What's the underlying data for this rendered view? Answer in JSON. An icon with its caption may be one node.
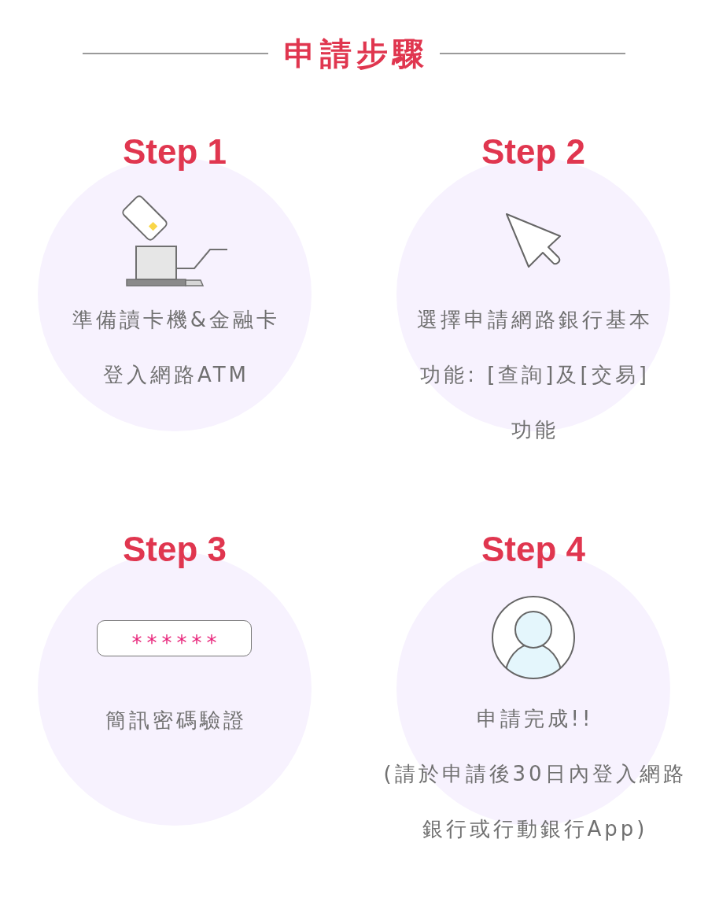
{
  "diagram": {
    "title": "申請步驟",
    "nodes": [
      {
        "text": [
          "Step 1",
          "準備讀卡機&金融卡",
          "登入網路ATM"
        ]
      },
      {
        "text": [
          "Step 2",
          "選擇申請網路銀行基本功能: [查詢]及[交易]功能"
        ]
      },
      {
        "text": [
          "Step 3",
          "簡訊密碼驗證"
        ]
      },
      {
        "text": [
          "Step 4",
          "申請完成!!",
          "(請於申請後30日內登入網路銀行或行動銀行App)"
        ]
      }
    ],
    "labels": [
      "******"
    ]
  }
}
